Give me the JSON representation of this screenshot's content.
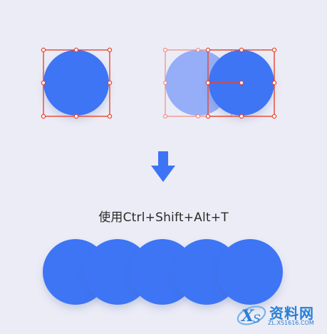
{
  "instruction": {
    "text": "使用Ctrl+Shift+Alt+T"
  },
  "colors": {
    "background": "#ececf6",
    "circle_blue": "#3d74f5",
    "circle_ghost": "#96adf7",
    "selection_red": "#e8472f",
    "arrow_blue": "#3d74f5"
  },
  "icons": {
    "arrow": "arrow-down-icon",
    "logo": "xs-logo-icon"
  },
  "watermark": {
    "text": "资料网",
    "url": "ZL.XS1616.COM"
  }
}
